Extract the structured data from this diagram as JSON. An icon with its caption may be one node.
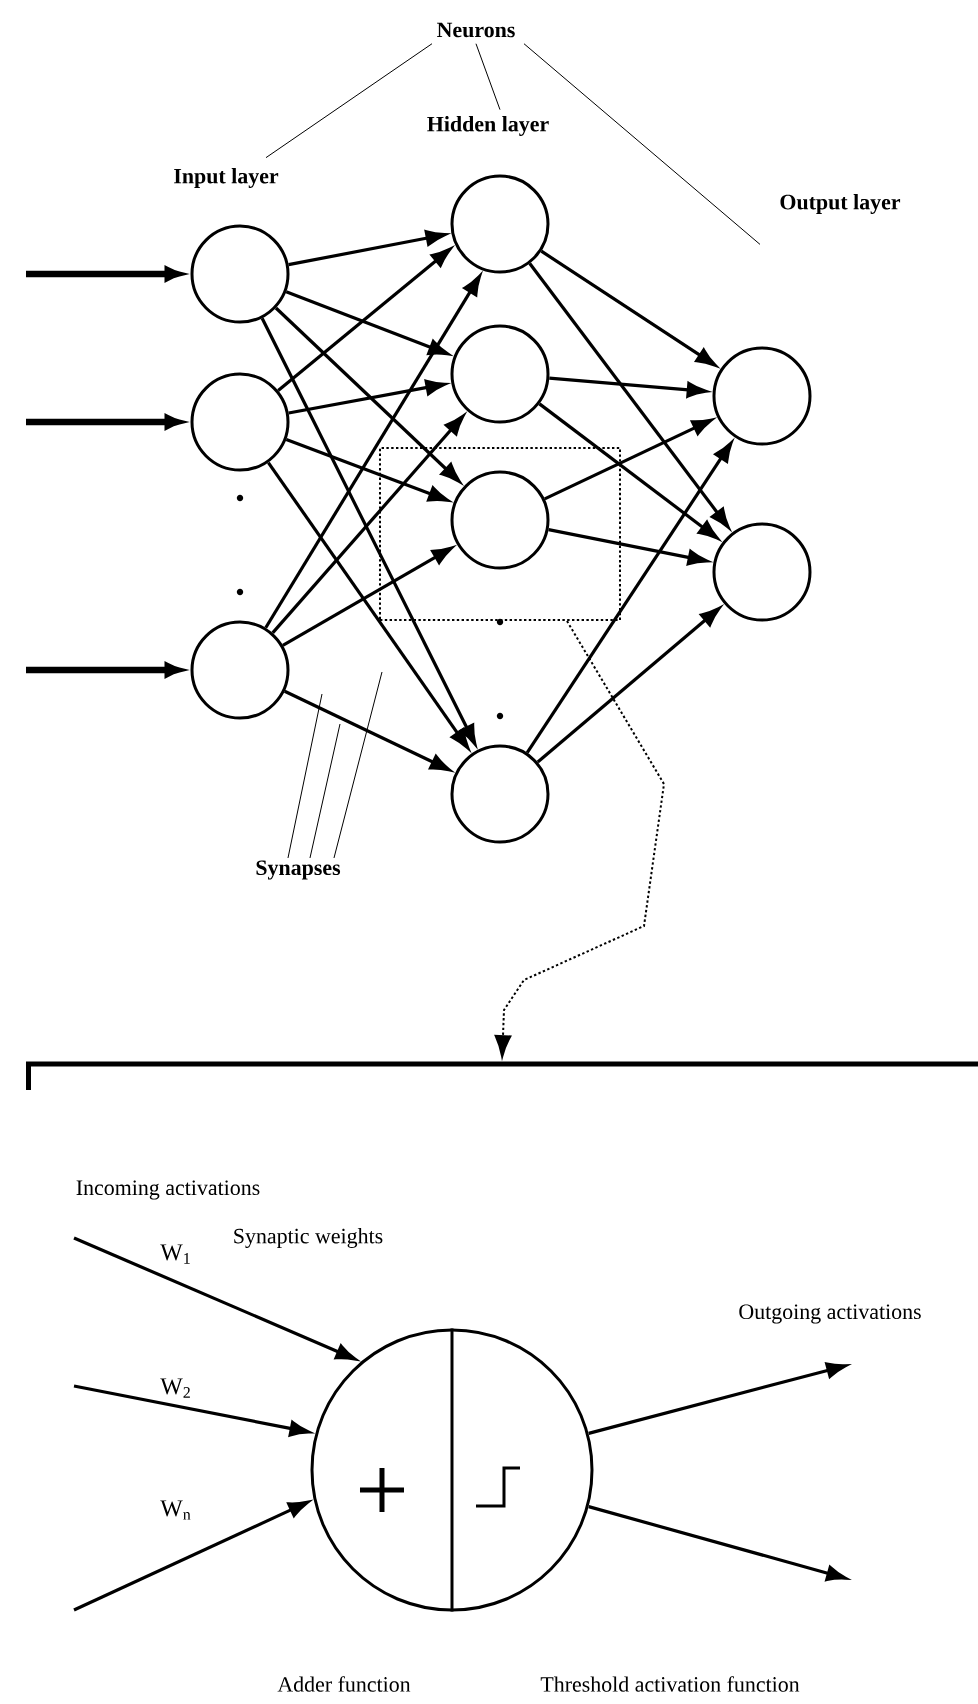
{
  "diagram": {
    "nodes": [
      {
        "text": [
          "Neurons"
        ]
      },
      {
        "text": [
          "Input layer"
        ]
      },
      {
        "text": [
          "Hidden layer"
        ]
      },
      {
        "text": [
          "Output layer"
        ]
      },
      {
        "text": [],
        "shape": "circle"
      },
      {
        "text": [],
        "shape": "circle"
      },
      {
        "text": [],
        "shape": "circle"
      },
      {
        "text": [],
        "shape": "circle"
      },
      {
        "text": [],
        "shape": "circle"
      },
      {
        "text": [],
        "shape": "box"
      },
      {
        "text": [],
        "shape": "circle",
        "in": 9
      },
      {
        "text": [],
        "shape": "circle"
      },
      {
        "text": [],
        "shape": "circle"
      },
      {
        "text": [],
        "shape": "circle"
      },
      {
        "text": [
          "Synapses"
        ]
      },
      {
        "text": [],
        "shape": "bar"
      },
      {
        "text": [],
        "shape": "circle",
        "beside": [
          "Adder function",
          "Threshold activation function"
        ]
      }
    ],
    "edges": [
      {
        "from": 0,
        "to": 1,
        "arrow": "none"
      },
      {
        "from": 0,
        "to": 2,
        "arrow": "none"
      },
      {
        "from": 0,
        "to": 3,
        "arrow": "none"
      },
      {
        "from": null,
        "to": 4,
        "arrow": "to",
        "style": "thick"
      },
      {
        "from": null,
        "to": 5,
        "arrow": "to",
        "style": "thick"
      },
      {
        "from": null,
        "to": 6,
        "arrow": "to",
        "style": "thick"
      },
      {
        "from": 4,
        "to": 7,
        "arrow": "to"
      },
      {
        "from": 4,
        "to": 8,
        "arrow": "to"
      },
      {
        "from": 4,
        "to": 10,
        "arrow": "to"
      },
      {
        "from": 4,
        "to": 11,
        "arrow": "to"
      },
      {
        "from": 5,
        "to": 7,
        "arrow": "to"
      },
      {
        "from": 5,
        "to": 8,
        "arrow": "to"
      },
      {
        "from": 5,
        "to": 10,
        "arrow": "to"
      },
      {
        "from": 5,
        "to": 11,
        "arrow": "to"
      },
      {
        "from": 6,
        "to": 7,
        "arrow": "to"
      },
      {
        "from": 6,
        "to": 8,
        "arrow": "to"
      },
      {
        "from": 6,
        "to": 10,
        "arrow": "to"
      },
      {
        "from": 6,
        "to": 11,
        "arrow": "to"
      },
      {
        "from": 7,
        "to": 12,
        "arrow": "to"
      },
      {
        "from": 7,
        "to": 13,
        "arrow": "to"
      },
      {
        "from": 8,
        "to": 12,
        "arrow": "to"
      },
      {
        "from": 8,
        "to": 13,
        "arrow": "to"
      },
      {
        "from": 10,
        "to": 12,
        "arrow": "to"
      },
      {
        "from": 10,
        "to": 13,
        "arrow": "to"
      },
      {
        "from": 11,
        "to": 12,
        "arrow": "to"
      },
      {
        "from": 11,
        "to": 13,
        "arrow": "to"
      },
      {
        "from": 9,
        "to": 15,
        "arrow": "to",
        "style": "dashed"
      },
      {
        "from": 14,
        "to": null,
        "arrow": "none"
      },
      {
        "from": 14,
        "to": null,
        "arrow": "none"
      },
      {
        "from": 14,
        "to": null,
        "arrow": "none"
      },
      {
        "from": null,
        "to": 16,
        "arrow": "to",
        "label": "W$_{1}$"
      },
      {
        "from": null,
        "to": 16,
        "arrow": "to",
        "label": "W$_{2}$"
      },
      {
        "from": null,
        "to": 16,
        "arrow": "to",
        "label": "W$_{n}$"
      },
      {
        "from": 16,
        "to": null,
        "arrow": "to"
      },
      {
        "from": 16,
        "to": null,
        "arrow": "to"
      }
    ],
    "labels": [
      "Incoming activations",
      "Synaptic weights",
      "Outgoing activations"
    ]
  }
}
